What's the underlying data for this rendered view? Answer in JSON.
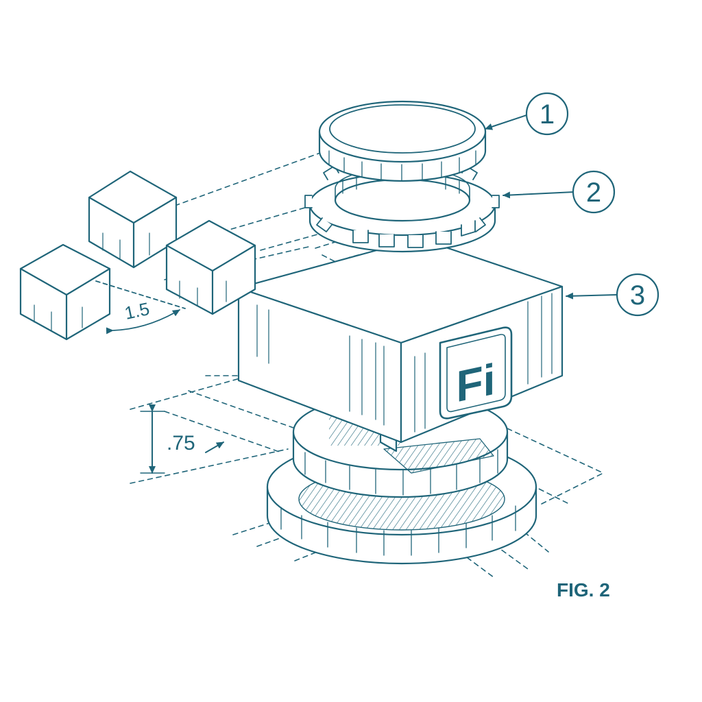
{
  "colors": {
    "ink": "#1f6579",
    "background": "#ffffff"
  },
  "callouts": [
    {
      "number": "1",
      "part": "top-cap-disc"
    },
    {
      "number": "2",
      "part": "gear-ring"
    },
    {
      "number": "3",
      "part": "housing-block"
    }
  ],
  "dimensions": {
    "cube_spacing": "1.5",
    "height": ".75"
  },
  "logo": {
    "text": "Fi"
  },
  "figure": {
    "label": "FIG. 2"
  }
}
